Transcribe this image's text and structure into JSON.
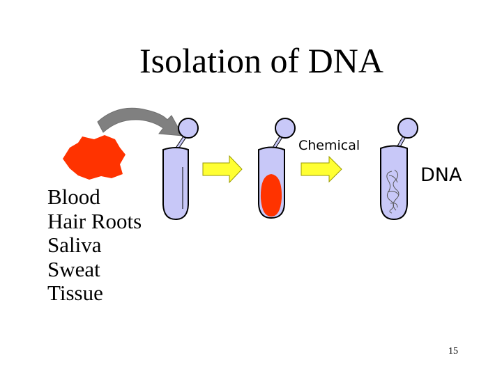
{
  "slide": {
    "title": "Isolation of DNA",
    "page_number": "15"
  },
  "sources": [
    "Blood",
    "Hair Roots",
    "Saliva",
    "Sweat",
    "Tissue"
  ],
  "labels": {
    "chemical": "Chemical",
    "dna": "DNA"
  },
  "colors": {
    "tube_fill": "#c8c8f8",
    "sample_red": "#ff3300",
    "arrow_yellow": "#ffff33",
    "curved_arrow": "#808080"
  }
}
